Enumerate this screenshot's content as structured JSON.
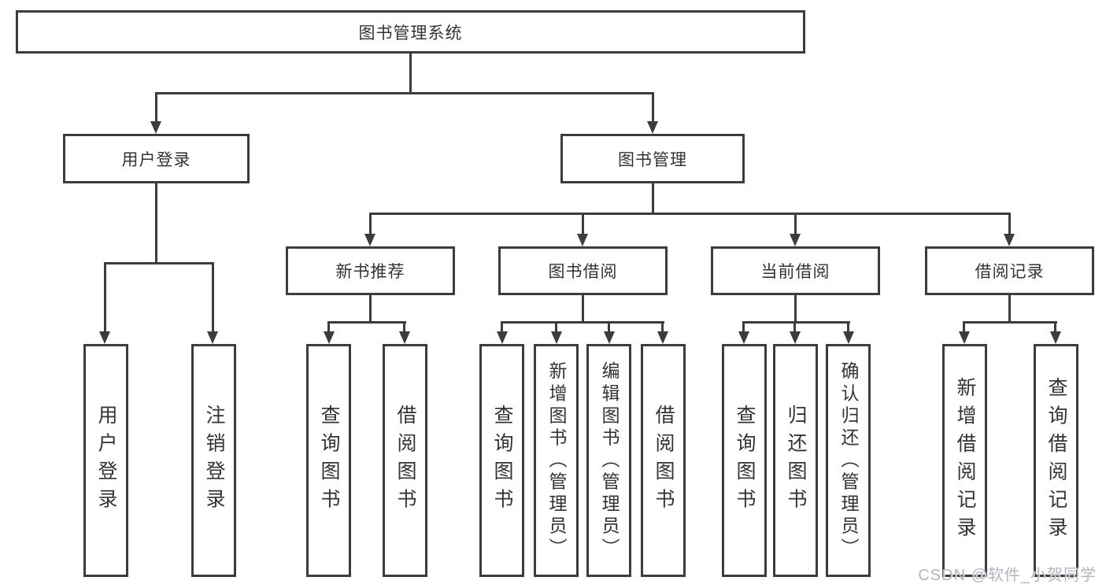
{
  "title": {
    "label": "图书管理系统"
  },
  "nodes": {
    "user_login": {
      "label": "用户登录",
      "children": [
        {
          "label": "用户登录"
        },
        {
          "label": "注销登录"
        }
      ]
    },
    "book_mgmt": {
      "label": "图书管理"
    },
    "new_books": {
      "label": "新书推荐",
      "children": [
        {
          "label": "查询图书"
        },
        {
          "label": "借阅图书"
        }
      ]
    },
    "book_borrow": {
      "label": "图书借阅",
      "children": [
        {
          "label": "查询图书"
        },
        {
          "label": "新增图书（管理员）"
        },
        {
          "label": "编辑图书（管理员）"
        },
        {
          "label": "借阅图书"
        }
      ]
    },
    "current_borrow": {
      "label": "当前借阅",
      "children": [
        {
          "label": "查询图书"
        },
        {
          "label": "归还图书"
        },
        {
          "label": "确认归还（管理员）"
        }
      ]
    },
    "borrow_records": {
      "label": "借阅记录",
      "children": [
        {
          "label": "新增借阅记录"
        },
        {
          "label": "查询借阅记录"
        }
      ]
    }
  },
  "watermark": {
    "text": "CSDN @软件_小贺同学"
  },
  "colors": {
    "line": "#3c3c3c",
    "text": "#333333",
    "watermark": "#b0b5be",
    "background": "#ffffff"
  }
}
